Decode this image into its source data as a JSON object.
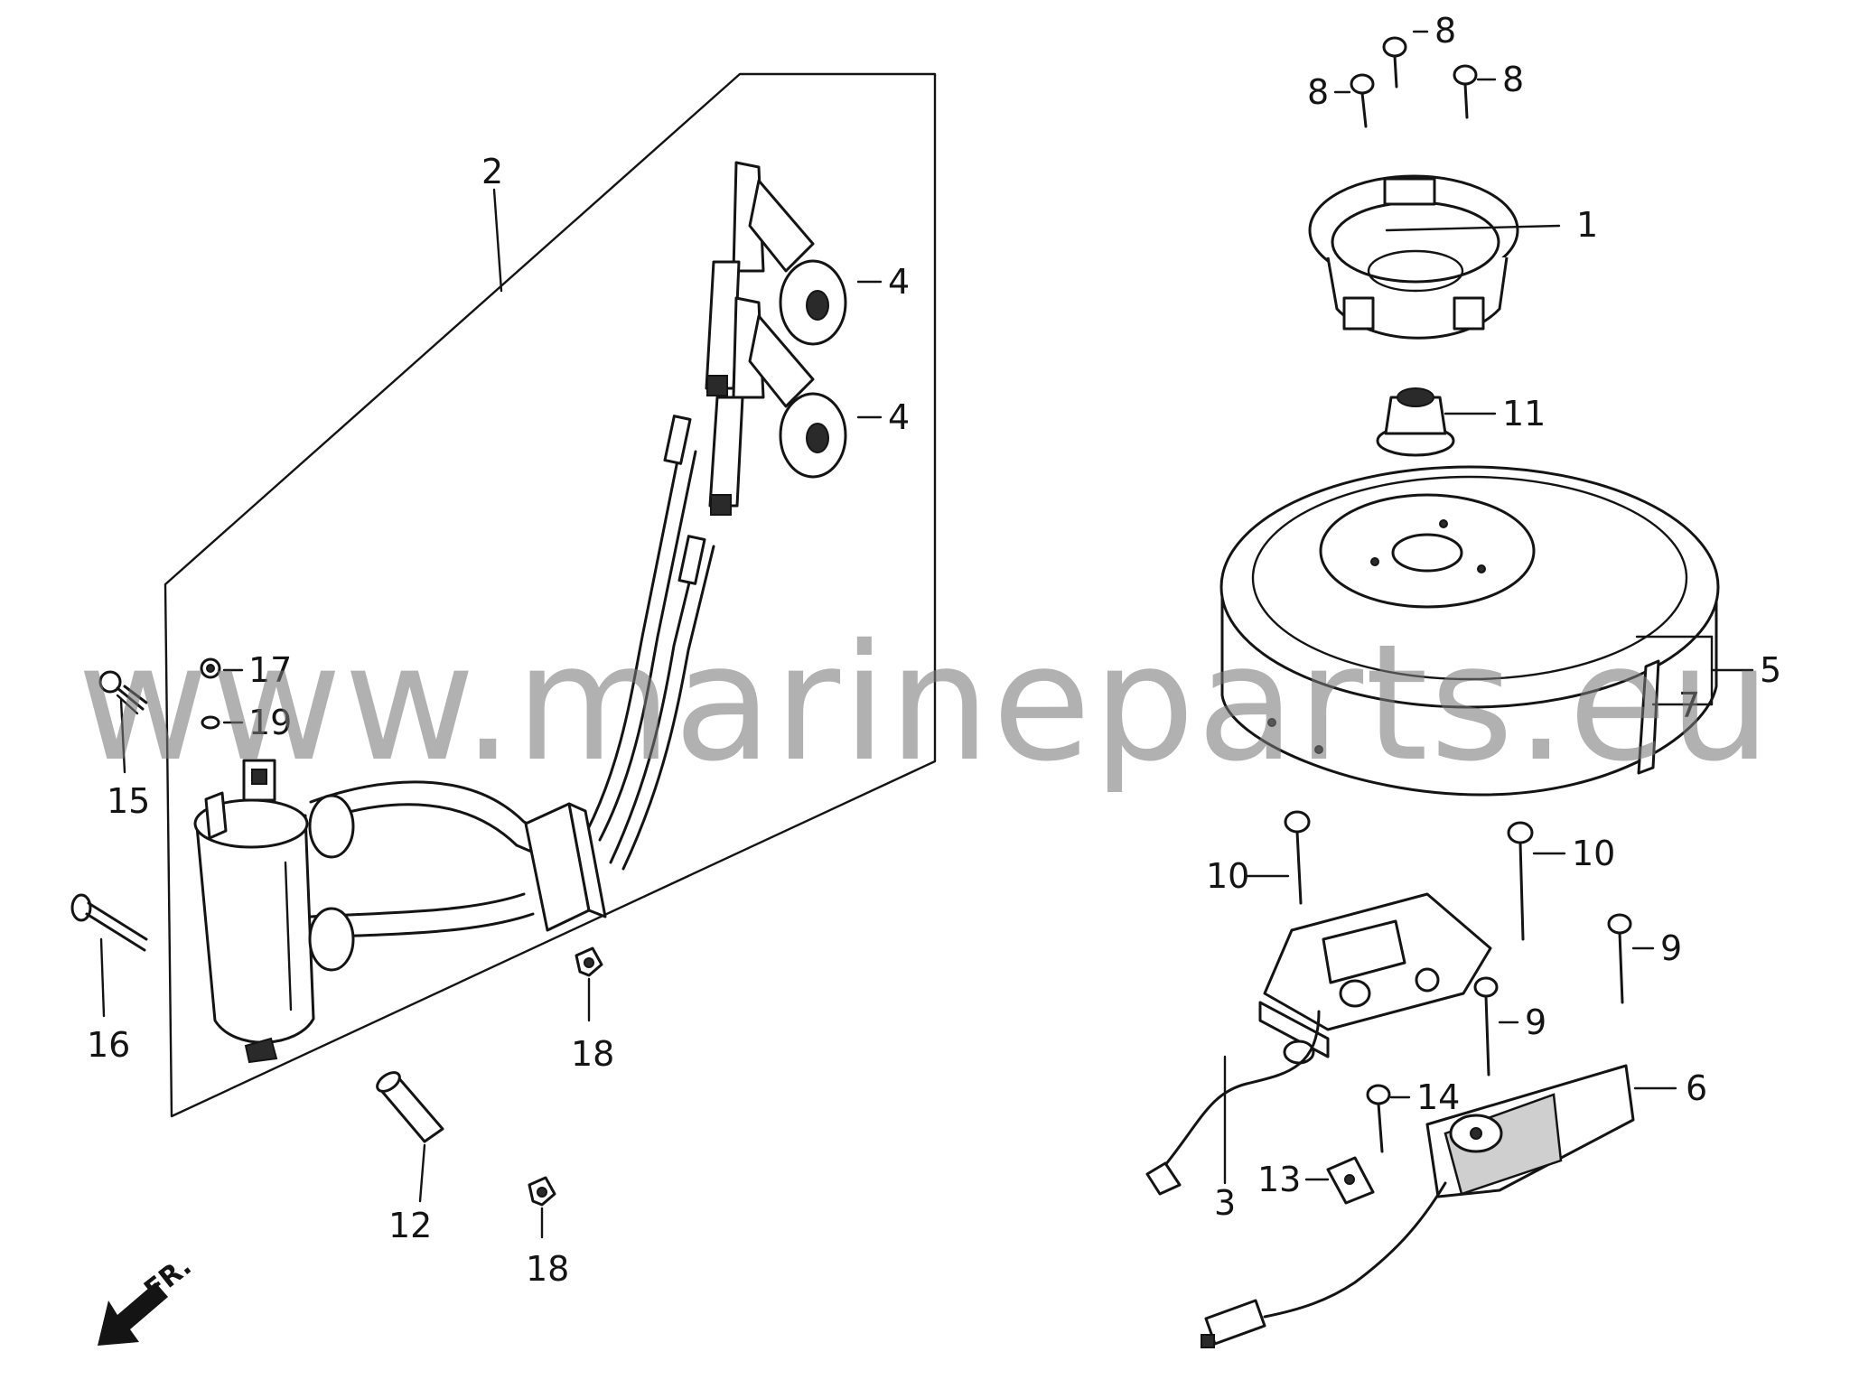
{
  "watermark": "www.marineparts.eu",
  "front_marker": "FR.",
  "callouts": [
    {
      "id": "c1",
      "text": "1"
    },
    {
      "id": "c2",
      "text": "2"
    },
    {
      "id": "c3",
      "text": "3"
    },
    {
      "id": "c4a",
      "text": "4"
    },
    {
      "id": "c4b",
      "text": "4"
    },
    {
      "id": "c5",
      "text": "5"
    },
    {
      "id": "c6",
      "text": "6"
    },
    {
      "id": "c7",
      "text": "7"
    },
    {
      "id": "c8a",
      "text": "8"
    },
    {
      "id": "c8b",
      "text": "8"
    },
    {
      "id": "c8c",
      "text": "8"
    },
    {
      "id": "c9a",
      "text": "9"
    },
    {
      "id": "c9b",
      "text": "9"
    },
    {
      "id": "c10a",
      "text": "10"
    },
    {
      "id": "c10b",
      "text": "10"
    },
    {
      "id": "c11",
      "text": "11"
    },
    {
      "id": "c12",
      "text": "12"
    },
    {
      "id": "c13",
      "text": "13"
    },
    {
      "id": "c14",
      "text": "14"
    },
    {
      "id": "c15",
      "text": "15"
    },
    {
      "id": "c16",
      "text": "16"
    },
    {
      "id": "c17",
      "text": "17"
    },
    {
      "id": "c18a",
      "text": "18"
    },
    {
      "id": "c18b",
      "text": "18"
    },
    {
      "id": "c19",
      "text": "19"
    }
  ]
}
